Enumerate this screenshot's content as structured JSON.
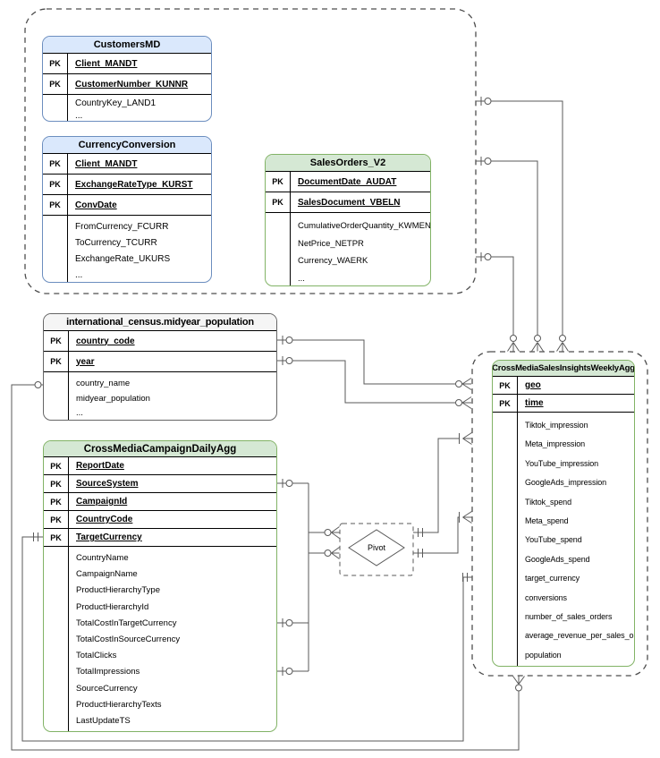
{
  "labels": {
    "pk": "PK",
    "pivot": "Pivot"
  },
  "colors": {
    "blue_header": "#dae8fc",
    "blue_border": "#6c8ebf",
    "green_header": "#d5e8d4",
    "green_border": "#82b366",
    "gray_header": "#f5f5f5",
    "gray_border": "#666666",
    "connector": "#595959"
  },
  "tables": {
    "customers_md": {
      "title": "CustomersMD",
      "pk": [
        "Client_MANDT",
        "CustomerNumber_KUNNR"
      ],
      "body": [
        "CountryKey_LAND1",
        "..."
      ]
    },
    "currency_conversion": {
      "title": "CurrencyConversion",
      "pk": [
        "Client_MANDT",
        "ExchangeRateType_KURST",
        "ConvDate"
      ],
      "body": [
        "FromCurrency_FCURR",
        "ToCurrency_TCURR",
        "ExchangeRate_UKURS",
        "..."
      ]
    },
    "sales_orders_v2": {
      "title": "SalesOrders_V2",
      "pk": [
        "DocumentDate_AUDAT",
        "SalesDocument_VBELN"
      ],
      "body": [
        "CumulativeOrderQuantity_KWMENG",
        "NetPrice_NETPR",
        "Currency_WAERK",
        "..."
      ]
    },
    "midyear_population": {
      "title": "international_census.midyear_population",
      "pk": [
        "country_code",
        "year"
      ],
      "body": [
        "country_name",
        "midyear_population",
        "..."
      ]
    },
    "cross_media_campaign_daily_agg": {
      "title": "CrossMediaCampaignDailyAgg",
      "pk": [
        "ReportDate",
        "SourceSystem",
        "CampaignId",
        "CountryCode",
        "TargetCurrency"
      ],
      "body": [
        "CountryName",
        "CampaignName",
        "ProductHierarchyType",
        "ProductHierarchyId",
        "TotalCostInTargetCurrency",
        "TotalCostInSourceCurrency",
        "TotalClicks",
        "TotalImpressions",
        "SourceCurrency",
        "ProductHierarchyTexts",
        "LastUpdateTS"
      ]
    },
    "cross_media_sales_insights_weekly_agg": {
      "title": "CrossMediaSalesInsightsWeeklyAgg",
      "pk": [
        "geo",
        "time"
      ],
      "body": [
        "Tiktok_impression",
        "Meta_impression",
        "YouTube_impression",
        "GoogleAds_impression",
        "Tiktok_spend",
        "Meta_spend",
        "YouTube_spend",
        "GoogleAds_spend",
        "target_currency",
        "conversions",
        "number_of_sales_orders",
        "average_revenue_per_sales_order",
        "population"
      ]
    }
  }
}
